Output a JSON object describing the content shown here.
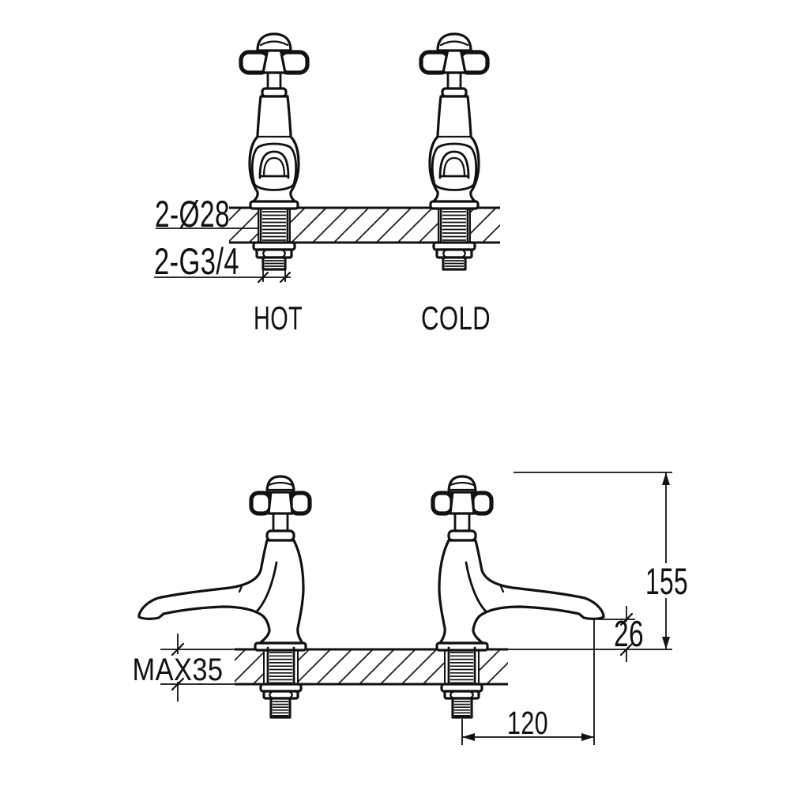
{
  "title": "Pillar taps installation drawing",
  "colors": {
    "line": "#111111",
    "background": "#ffffff"
  },
  "front_view": {
    "hole_diameter_label": "2-Ø28",
    "thread_size_label": "2-G3/4",
    "left_tap_label": "HOT",
    "right_tap_label": "COLD"
  },
  "side_view": {
    "overall_height_mm": "155",
    "spout_outlet_height_mm": "26",
    "max_deck_thickness_label": "MAX35",
    "spout_reach_mm": "120"
  }
}
